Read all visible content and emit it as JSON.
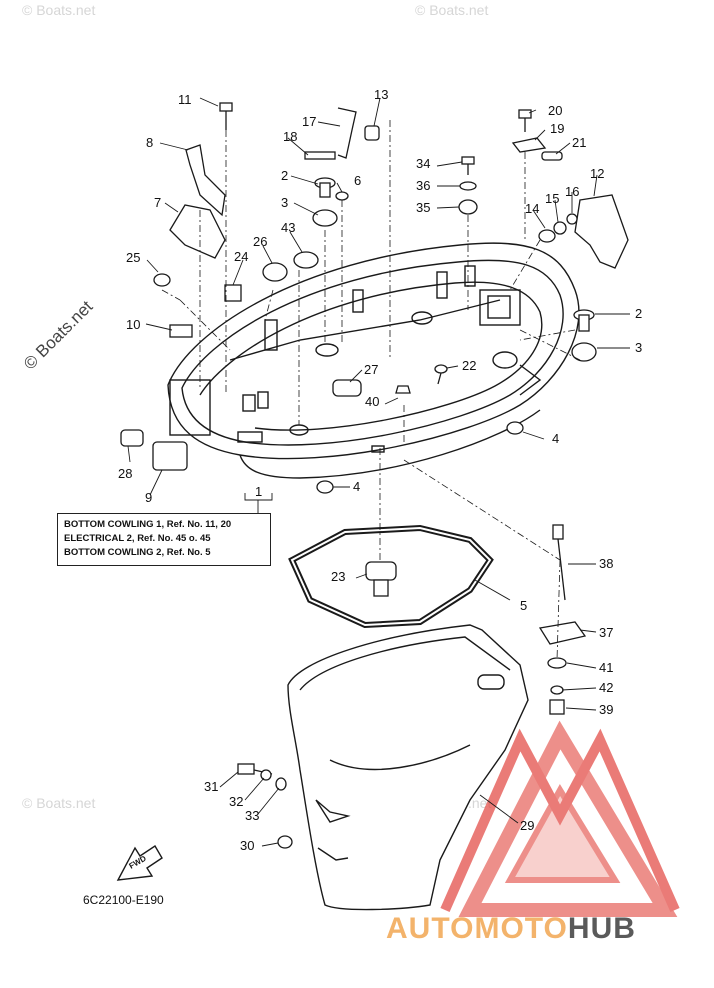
{
  "diagram": {
    "callouts": [
      {
        "id": "11",
        "label": "11"
      },
      {
        "id": "8",
        "label": "8"
      },
      {
        "id": "7",
        "label": "7"
      },
      {
        "id": "25",
        "label": "25"
      },
      {
        "id": "10",
        "label": "10"
      },
      {
        "id": "28",
        "label": "28"
      },
      {
        "id": "9",
        "label": "9"
      },
      {
        "id": "17",
        "label": "17"
      },
      {
        "id": "13",
        "label": "13"
      },
      {
        "id": "18",
        "label": "18"
      },
      {
        "id": "2a",
        "label": "2"
      },
      {
        "id": "6",
        "label": "6"
      },
      {
        "id": "3a",
        "label": "3"
      },
      {
        "id": "26",
        "label": "26"
      },
      {
        "id": "43",
        "label": "43"
      },
      {
        "id": "24",
        "label": "24"
      },
      {
        "id": "27",
        "label": "27"
      },
      {
        "id": "40",
        "label": "40"
      },
      {
        "id": "22",
        "label": "22"
      },
      {
        "id": "34",
        "label": "34"
      },
      {
        "id": "36",
        "label": "36"
      },
      {
        "id": "35",
        "label": "35"
      },
      {
        "id": "20",
        "label": "20"
      },
      {
        "id": "19",
        "label": "19"
      },
      {
        "id": "21",
        "label": "21"
      },
      {
        "id": "12",
        "label": "12"
      },
      {
        "id": "14",
        "label": "14"
      },
      {
        "id": "15",
        "label": "15"
      },
      {
        "id": "16",
        "label": "16"
      },
      {
        "id": "2b",
        "label": "2"
      },
      {
        "id": "3b",
        "label": "3"
      },
      {
        "id": "4a",
        "label": "4"
      },
      {
        "id": "4b",
        "label": "4"
      },
      {
        "id": "1",
        "label": "1"
      },
      {
        "id": "23",
        "label": "23"
      },
      {
        "id": "5",
        "label": "5"
      },
      {
        "id": "38",
        "label": "38"
      },
      {
        "id": "37",
        "label": "37"
      },
      {
        "id": "41",
        "label": "41"
      },
      {
        "id": "42",
        "label": "42"
      },
      {
        "id": "39",
        "label": "39"
      },
      {
        "id": "31",
        "label": "31"
      },
      {
        "id": "32",
        "label": "32"
      },
      {
        "id": "33",
        "label": "33"
      },
      {
        "id": "30",
        "label": "30"
      },
      {
        "id": "29",
        "label": "29"
      }
    ],
    "note_lines": [
      "BOTTOM COWLING 1,  Ref. No. 11, 20",
      "ELECTRICAL 2,  Ref. No. 45  o. 45",
      "BOTTOM COWLING 2,  Ref. No. 5"
    ],
    "part_code": "6C22100-E190",
    "fwd_label": "FWD"
  },
  "watermarks": {
    "side": "© Boats.net",
    "faint": "© Boats.net"
  },
  "brand": {
    "auto": "AUTO",
    "moto": "MOTO",
    "hub": "HUB",
    "logo_color": "#e0473f"
  }
}
